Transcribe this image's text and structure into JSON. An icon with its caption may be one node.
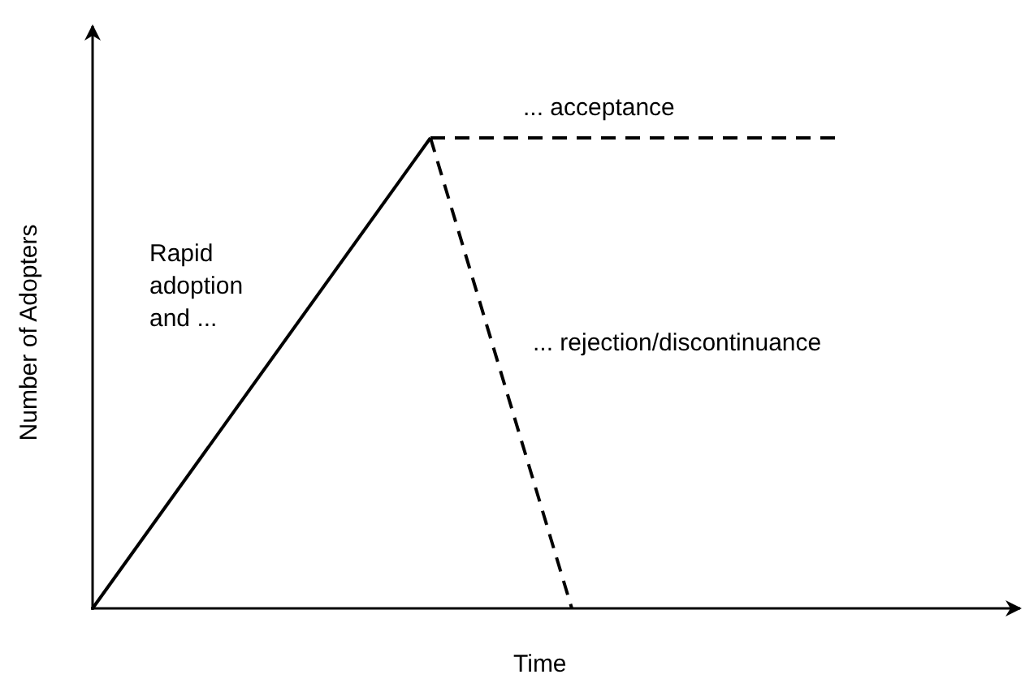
{
  "diagram": {
    "labels": [
      "... acceptance",
      "Number of Adopters",
      "Rapid adoption and ...",
      "... rejection/discontinuance",
      "Time"
    ]
  }
}
